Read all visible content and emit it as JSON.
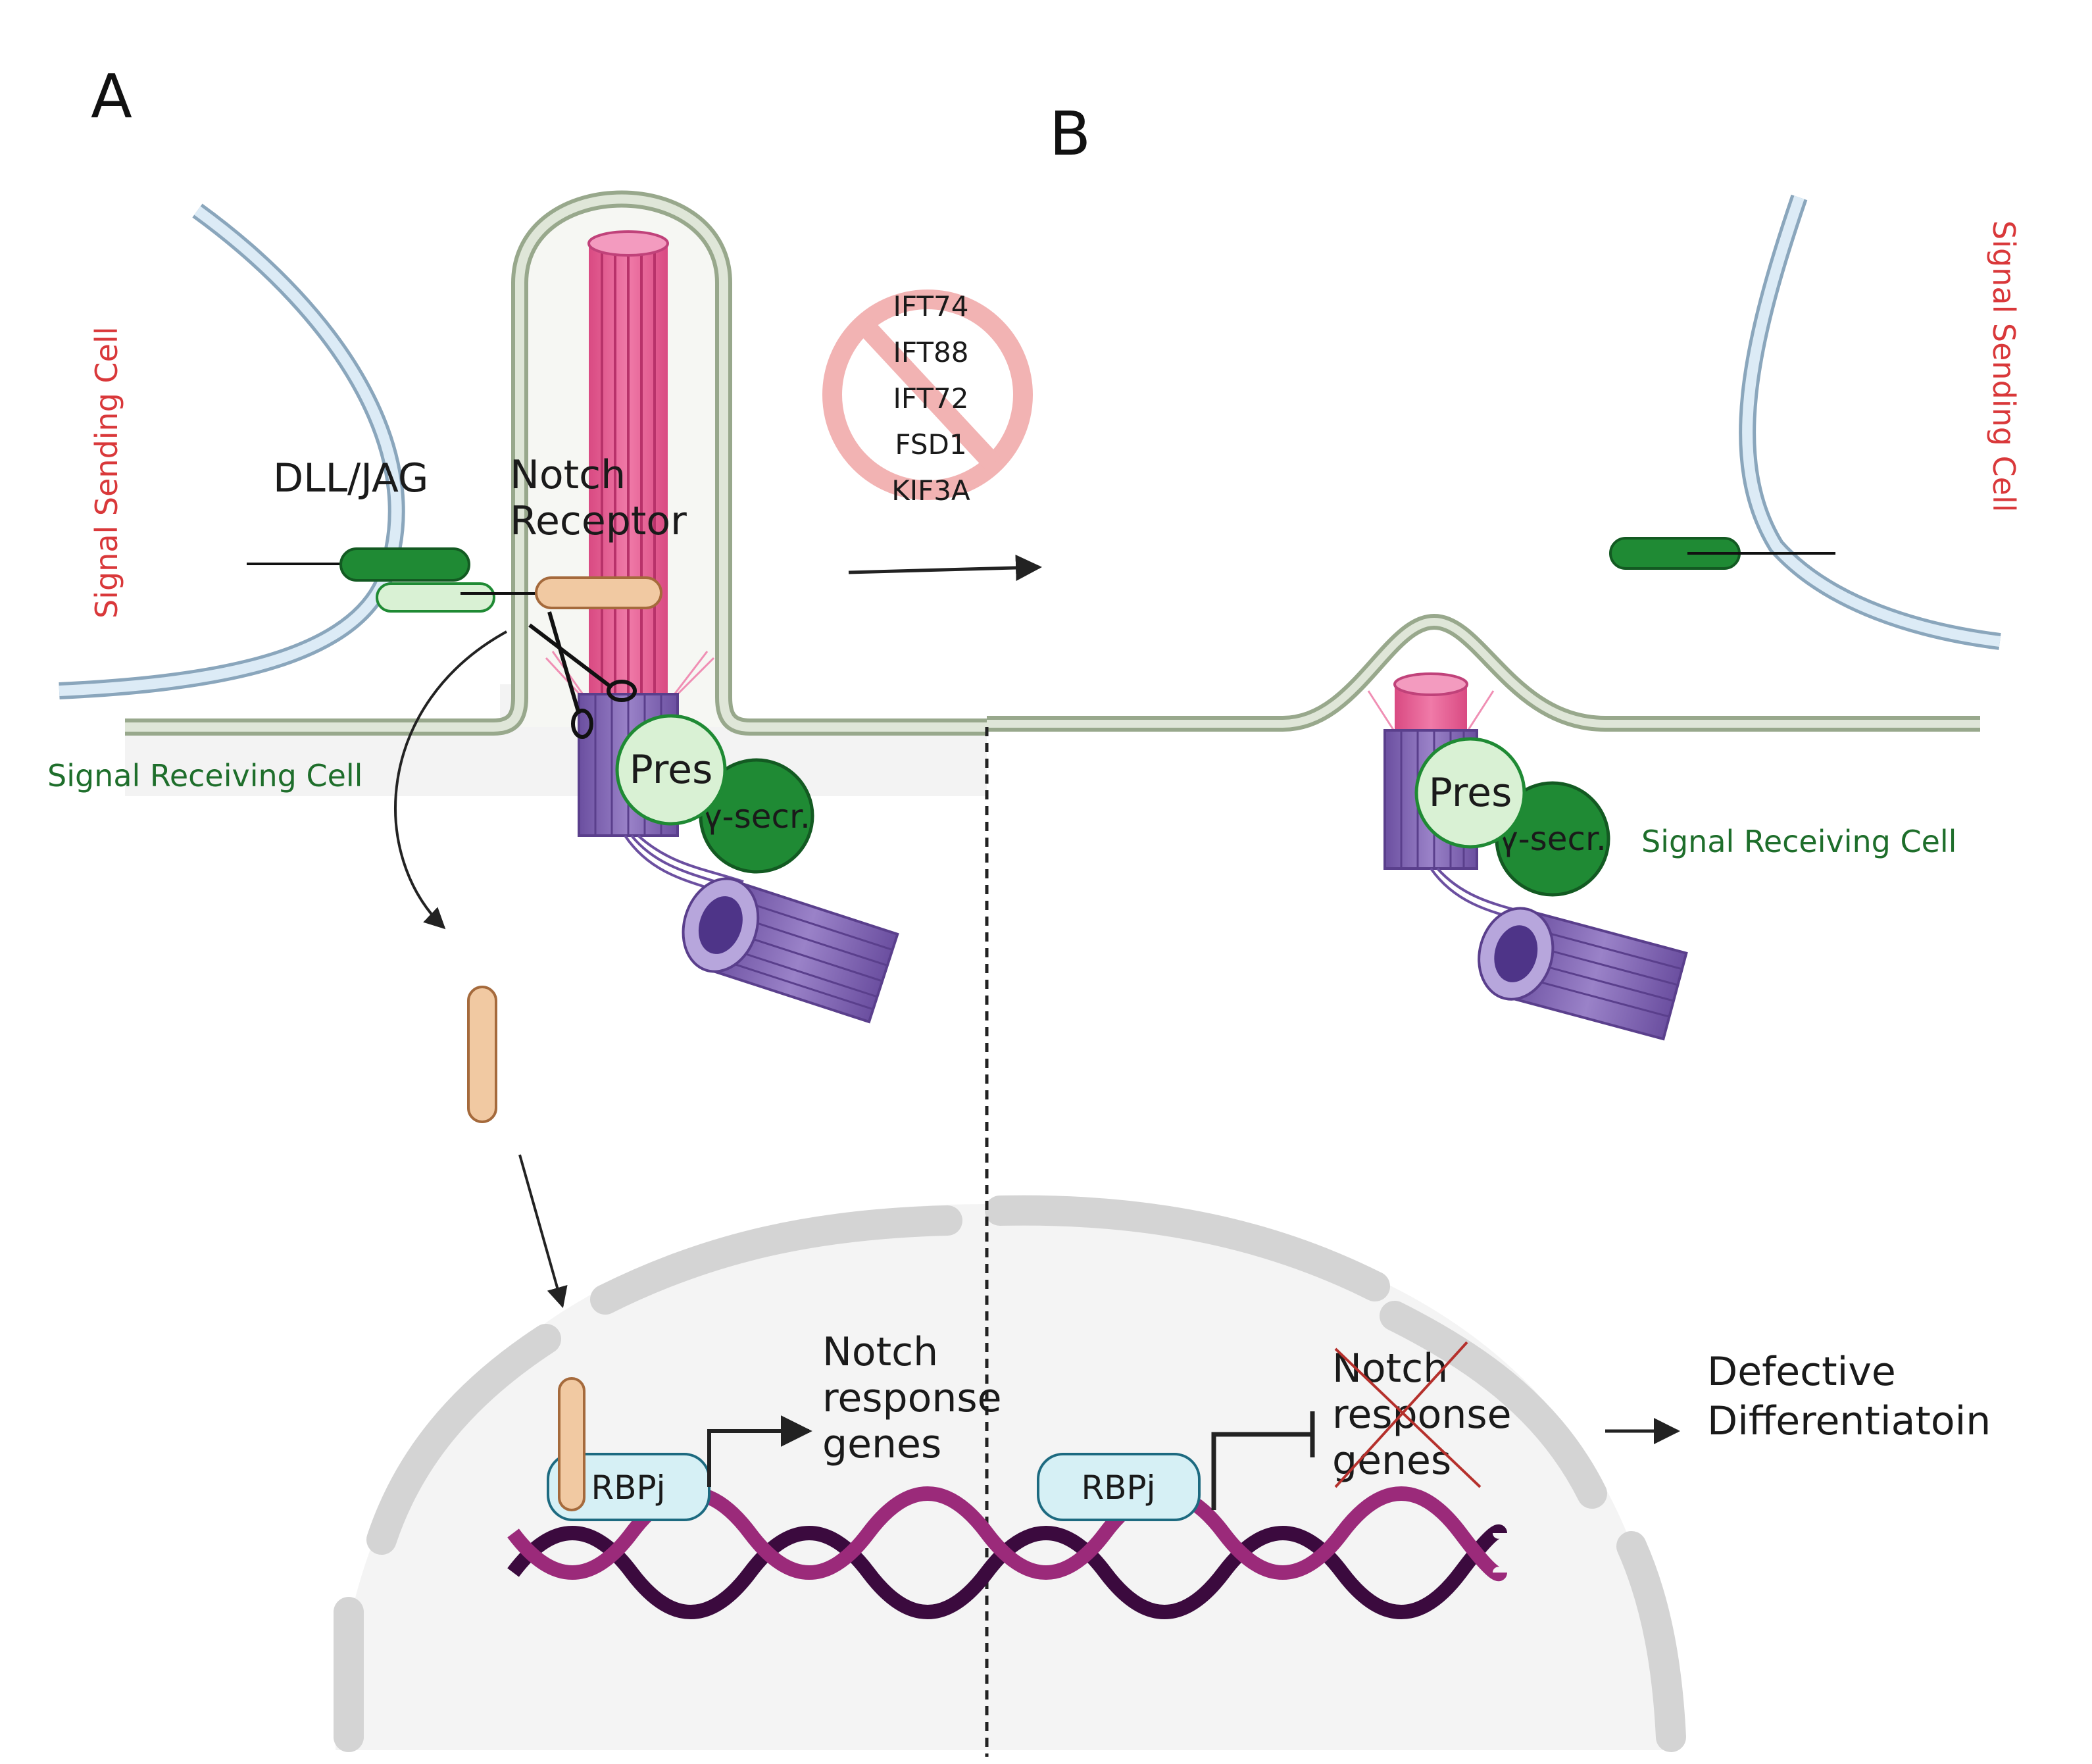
{
  "panels": {
    "a": "A",
    "b": "B"
  },
  "panel_a": {
    "signal_sending_cell": "Signal Sending Cell",
    "signal_receiving_cell": "Signal Receiving Cell",
    "ligand": "DLL/JAG",
    "receptor_line1": "Notch",
    "receptor_line2": "Receptor",
    "pres": "Pres",
    "gamma_secretase": "γ-secr.",
    "rbpj": "RBPj",
    "response_line1": "Notch",
    "response_line2": "response",
    "response_line3": "genes"
  },
  "inhibition": {
    "genes": [
      "IFT74",
      "IFT88",
      "IFT72",
      "FSD1",
      "KIF3A"
    ]
  },
  "panel_b": {
    "signal_sending_cell": "Signal Sending Cell",
    "signal_receiving_cell": "Signal Receiving Cell",
    "pres": "Pres",
    "gamma_secretase": "γ-secr.",
    "rbpj": "RBPj",
    "response_line1": "Notch",
    "response_line2": "response",
    "response_line3": "genes",
    "outcome_line1": "Defective",
    "outcome_line2": "Differentiatoin"
  },
  "colors": {
    "cilium_pink": "#e0578d",
    "basal_body_purple": "#7a5cad",
    "ligand_green": "#1f8a34",
    "receptor_tan": "#f1c9a2",
    "membrane_green": "#c9d3bf",
    "sending_membrane_blue": "#bcd6e8",
    "prohibit_red": "#f2b3b3",
    "dna_magenta": "#9b2a7a",
    "dna_dark": "#3b0a3e",
    "nucleus_gray": "#d9d9d9"
  }
}
